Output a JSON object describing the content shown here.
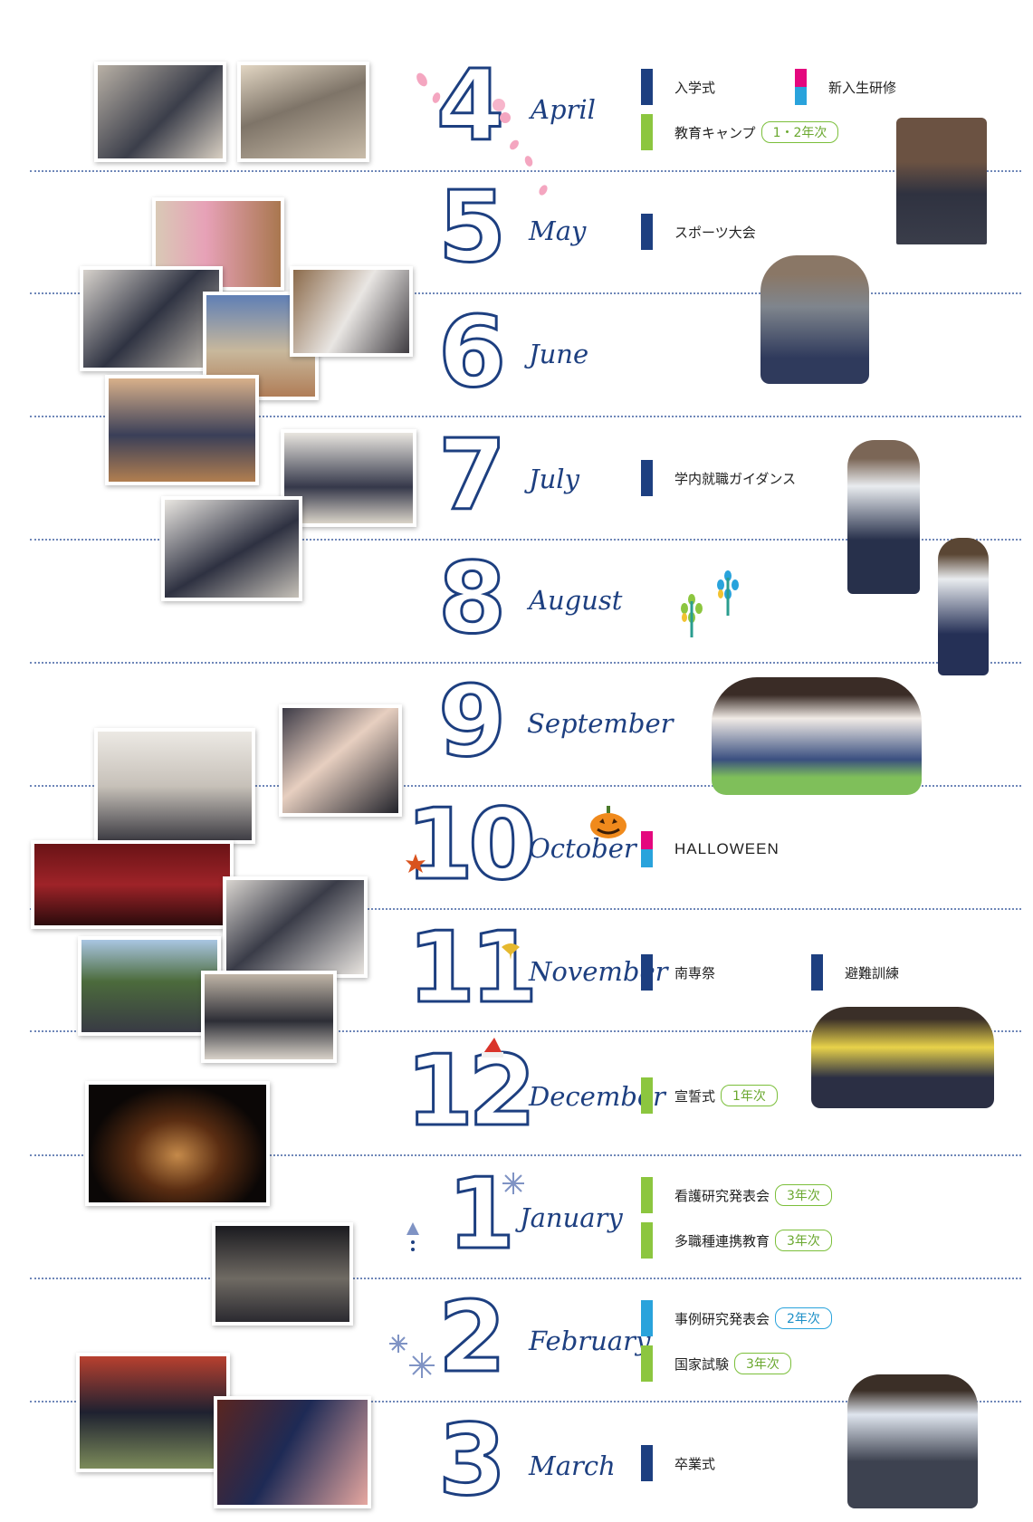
{
  "months": [
    {
      "number": "4",
      "name": "April"
    },
    {
      "number": "5",
      "name": "May"
    },
    {
      "number": "6",
      "name": "June"
    },
    {
      "number": "7",
      "name": "July"
    },
    {
      "number": "8",
      "name": "August"
    },
    {
      "number": "9",
      "name": "September"
    },
    {
      "number": "10",
      "name": "October"
    },
    {
      "number": "11",
      "name": "November"
    },
    {
      "number": "12",
      "name": "December"
    },
    {
      "number": "1",
      "name": "January"
    },
    {
      "number": "2",
      "name": "February"
    },
    {
      "number": "3",
      "name": "March"
    }
  ],
  "events": {
    "april_1": {
      "label": "入学式"
    },
    "april_2": {
      "label": "新入生研修"
    },
    "april_3": {
      "label": "教育キャンプ",
      "tag": "1・2年次"
    },
    "may_1": {
      "label": "スポーツ大会"
    },
    "july_1": {
      "label": "学内就職ガイダンス"
    },
    "october_1": {
      "label": "HALLOWEEN"
    },
    "november_1": {
      "label": "南専祭"
    },
    "november_2": {
      "label": "避難訓練"
    },
    "december_1": {
      "label": "宣誓式",
      "tag": "1年次"
    },
    "january_1": {
      "label": "看護研究発表会",
      "tag": "3年次"
    },
    "january_2": {
      "label": "多職種連携教育",
      "tag": "3年次"
    },
    "february_1": {
      "label": "事例研究発表会",
      "tag": "2年次"
    },
    "february_2": {
      "label": "国家試験",
      "tag": "3年次"
    },
    "march_1": {
      "label": "卒業式"
    }
  },
  "colors": {
    "navy": "#1d3f80",
    "green": "#8cc63f",
    "pink": "#e4087e",
    "cyan": "#29a3dc",
    "separator": "#6f87b8"
  },
  "icons": [
    "sakura-petal-icon",
    "pumpkin-icon",
    "maple-leaf-icon",
    "ginkgo-leaf-icon",
    "santa-hat-icon",
    "snowflake-icon",
    "tree-icon",
    "bird-icon"
  ]
}
